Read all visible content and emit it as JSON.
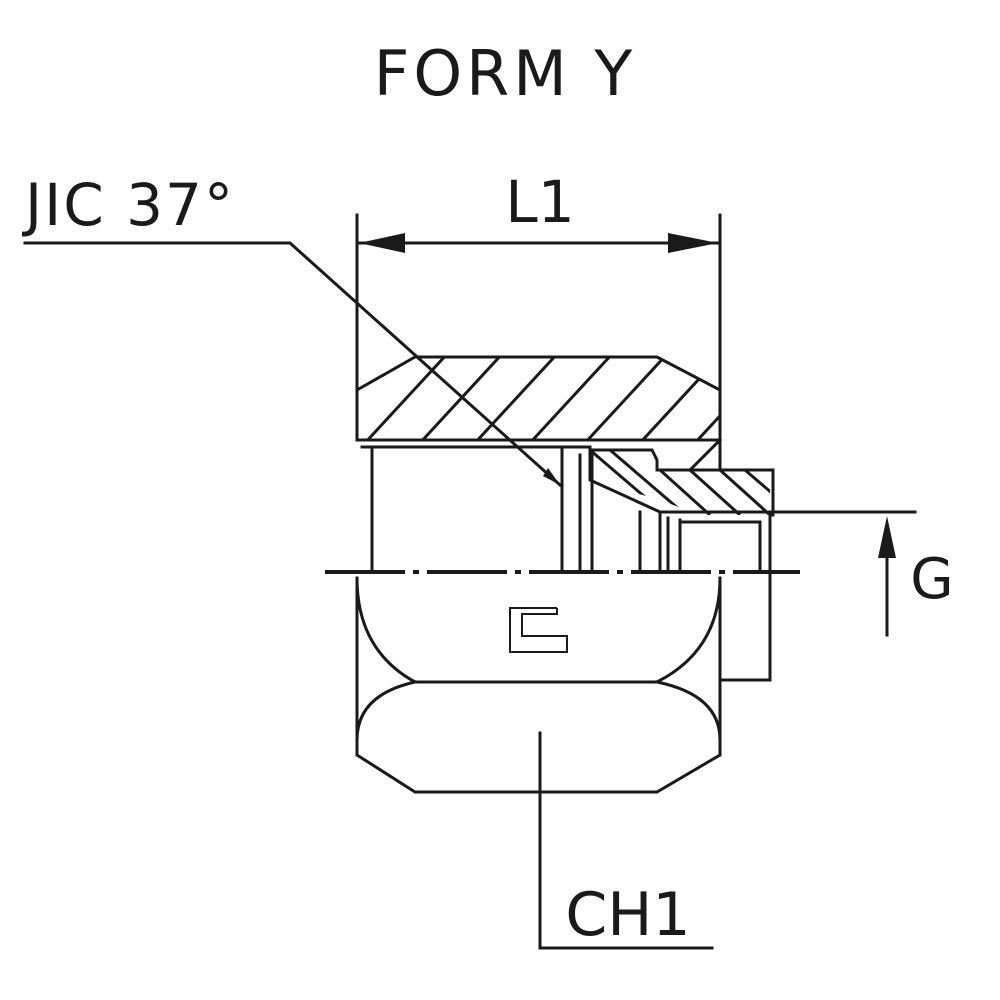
{
  "drawing": {
    "title": "FORM Y",
    "labels": {
      "thread_type": "JIC 37°",
      "length": "L1",
      "thread_size": "G",
      "hex_size": "CH1"
    },
    "colors": {
      "background": "#ffffff",
      "line": "#1a1a1a"
    }
  }
}
